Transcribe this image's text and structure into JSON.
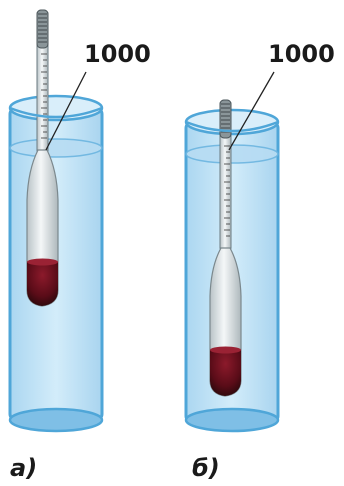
{
  "diagram": {
    "panel_a": {
      "caption": "а)",
      "scale_label": "1000"
    },
    "panel_b": {
      "caption": "б)",
      "scale_label": "1000"
    }
  },
  "colors": {
    "water": "#a9d7f2",
    "water_edge": "#4fa6d8",
    "glass": "#e9eef0",
    "shot": "#6b0f1e",
    "shot_dark": "#2a0a0e"
  }
}
